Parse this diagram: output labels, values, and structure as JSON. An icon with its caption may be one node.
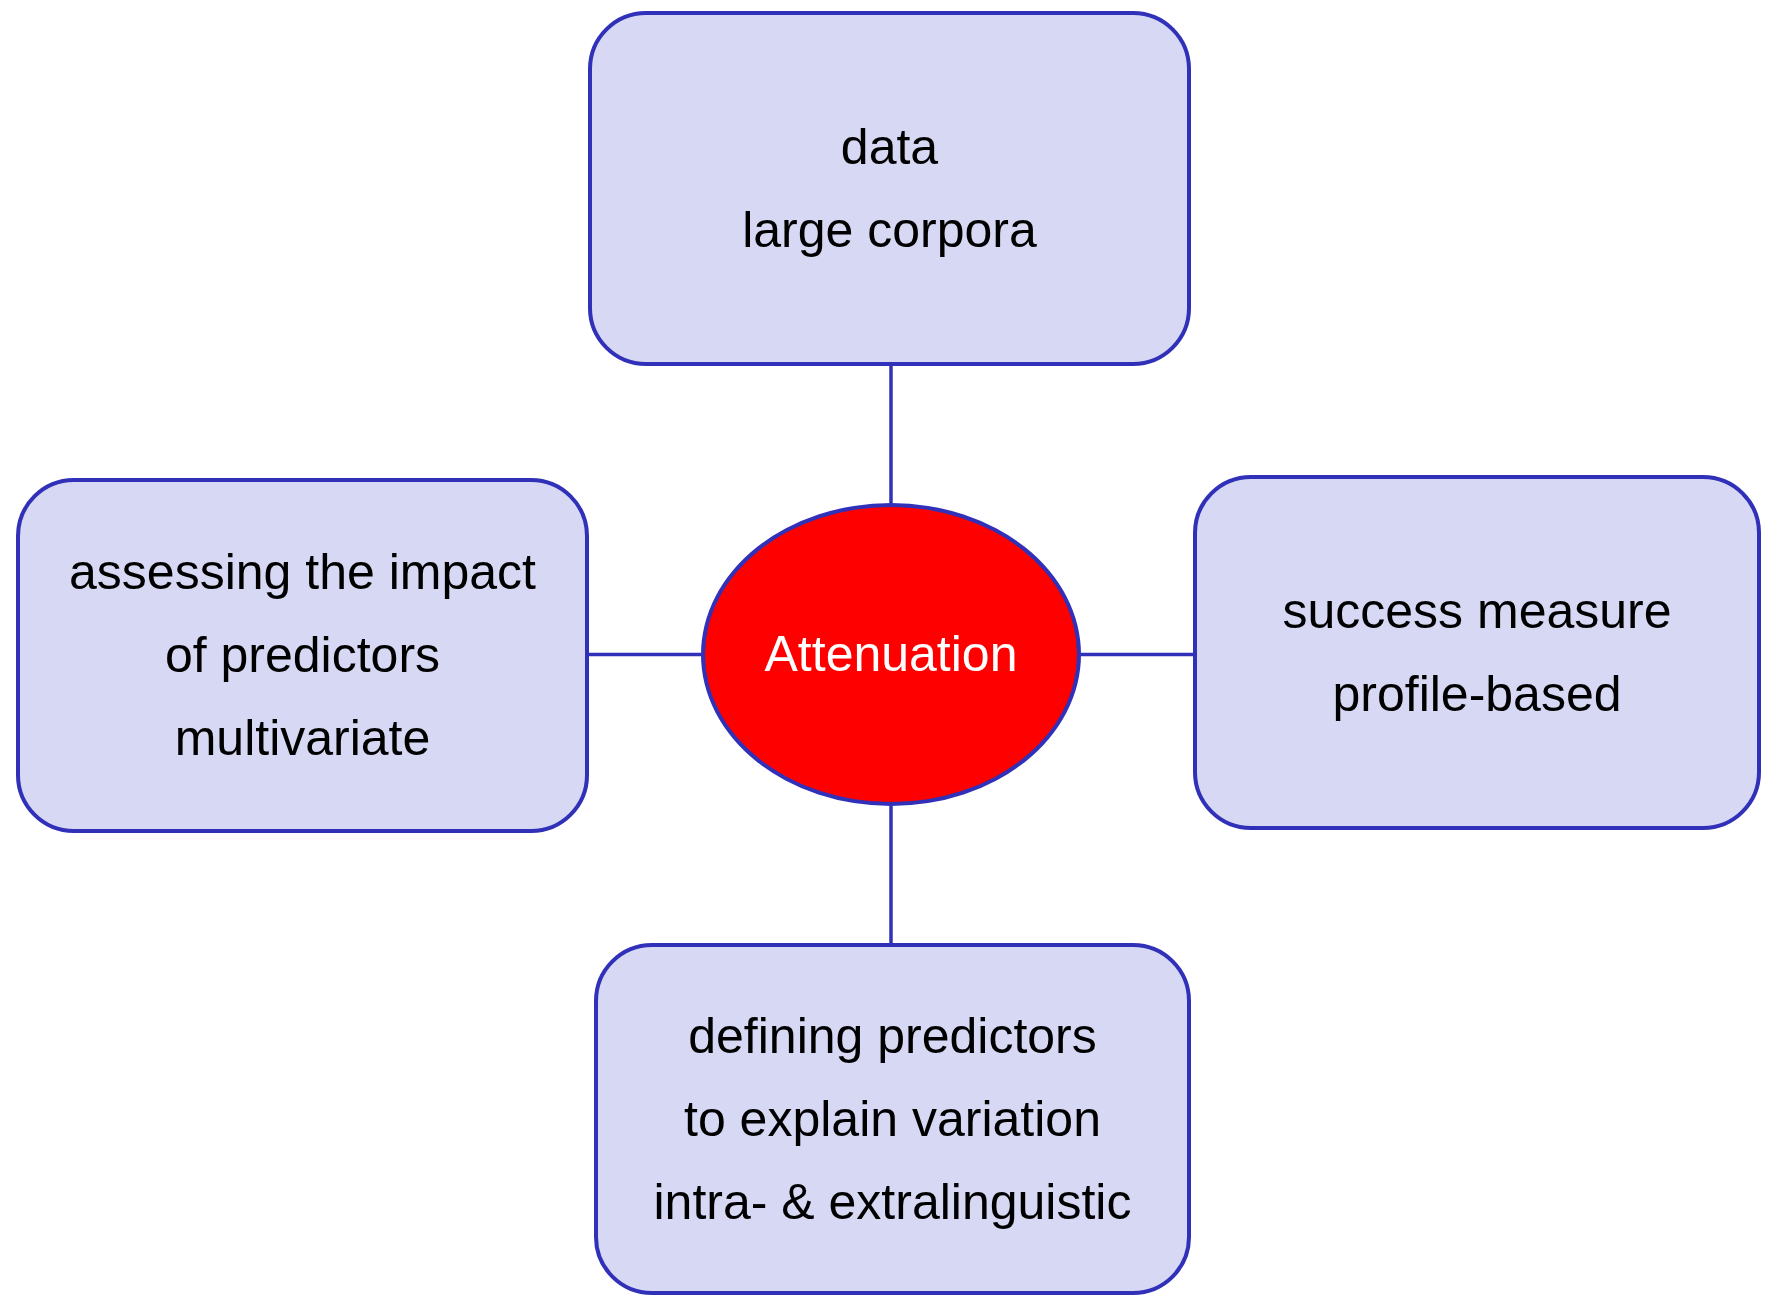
{
  "diagram": {
    "nodes": [
      {
        "text": [
          "data",
          "large corpora"
        ]
      },
      {
        "text": [
          "assessing the impact",
          "of predictors",
          "multivariate"
        ]
      },
      {
        "text": [
          "Attenuation"
        ]
      },
      {
        "text": [
          "success measure",
          "profile-based"
        ]
      },
      {
        "text": [
          "defining predictors",
          "to explain variation",
          "intra- & extralinguistic"
        ]
      }
    ],
    "edges": [
      {
        "from": 2,
        "to": 0,
        "arrow": "none"
      },
      {
        "from": 2,
        "to": 1,
        "arrow": "none"
      },
      {
        "from": 2,
        "to": 3,
        "arrow": "none"
      },
      {
        "from": 2,
        "to": 4,
        "arrow": "none"
      }
    ]
  }
}
